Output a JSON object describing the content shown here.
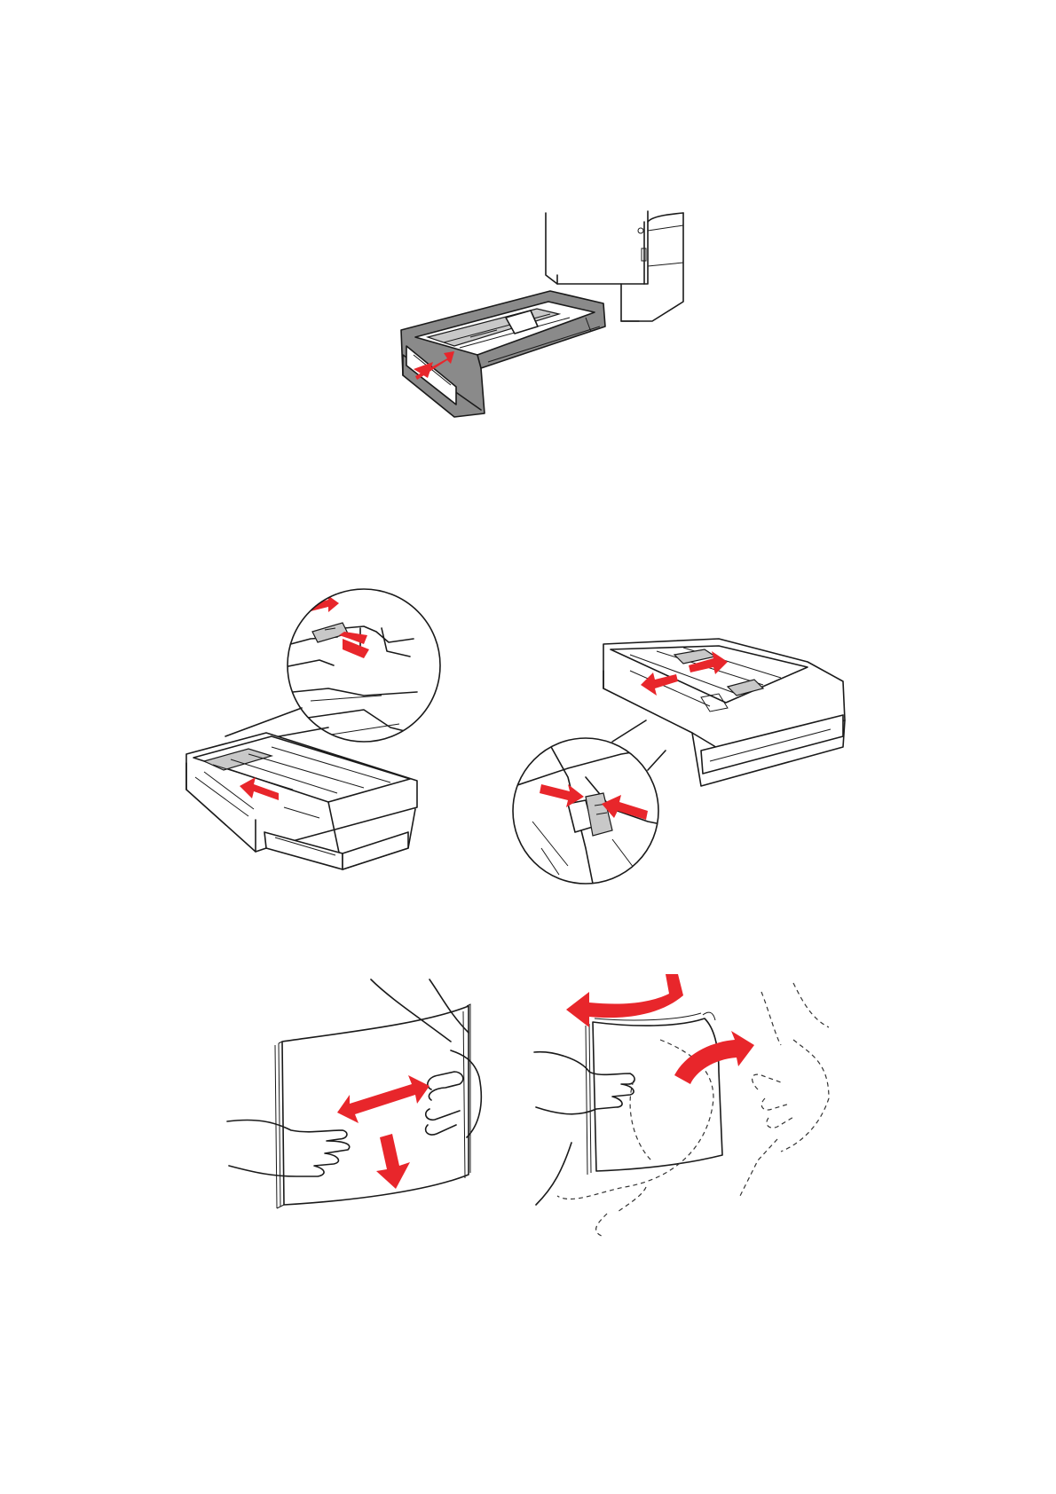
{
  "figures": [
    {
      "id": "pull-out-tray",
      "icon": "tray-removal-illustration",
      "arrow_color": "#e8262b"
    },
    {
      "id": "adjust-length-guide",
      "icon": "length-guide-illustration",
      "arrow_color": "#e8262b"
    },
    {
      "id": "adjust-width-guides",
      "icon": "width-guide-illustration",
      "arrow_color": "#e8262b"
    },
    {
      "id": "flex-paper",
      "icon": "flex-paper-illustration",
      "arrow_color": "#e8262b"
    },
    {
      "id": "fan-paper",
      "icon": "fan-paper-illustration",
      "arrow_color": "#e8262b"
    }
  ]
}
